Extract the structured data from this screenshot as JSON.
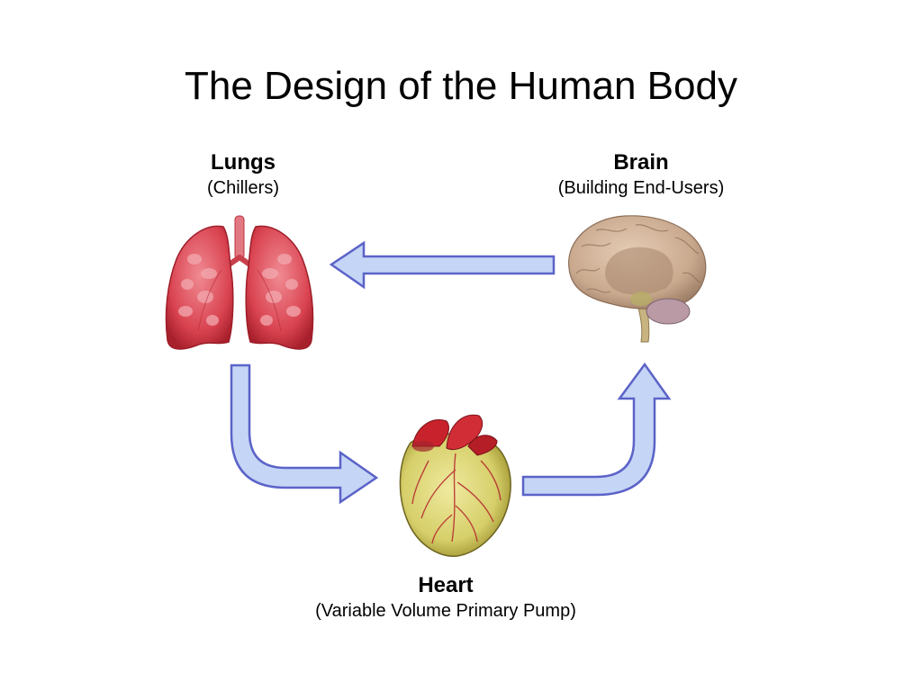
{
  "title": "The Design of the Human Body",
  "organs": {
    "lungs": {
      "name": "Lungs",
      "role": "(Chillers)"
    },
    "brain": {
      "name": "Brain",
      "role": "(Building End-Users)"
    },
    "heart": {
      "name": "Heart",
      "role": "(Variable Volume Primary Pump)"
    }
  },
  "flow": [
    {
      "from": "brain",
      "to": "lungs"
    },
    {
      "from": "lungs",
      "to": "heart"
    },
    {
      "from": "heart",
      "to": "brain"
    }
  ],
  "colors": {
    "arrow_fill": "#c5d5f5",
    "arrow_stroke": "#5b63c8",
    "lungs": "#d94350",
    "brain": "#c9a98e",
    "heart_body": "#d6cf6a",
    "heart_vessels": "#c8222c"
  },
  "icons": {
    "lungs": "lungs-image",
    "brain": "brain-image",
    "heart": "heart-image"
  }
}
